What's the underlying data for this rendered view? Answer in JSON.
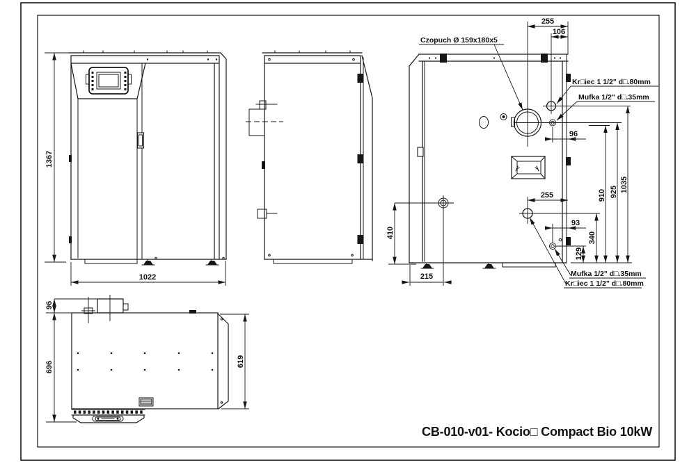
{
  "drawing_title": "CB-010-v01- Kocio□ Compact Bio 10kW",
  "labels": {
    "flue": "Czopuch Ø 159x180x5",
    "stub_top": "Kr□iec 1 1/2\" d□.80mm",
    "sleeve_top": "Mufka 1/2\" d□.35mm",
    "sleeve_bottom": "Mufka 1/2\" d□.35mm",
    "stub_bottom": "Kr□iec 1 1/2\" d□.80mm"
  },
  "dimensions": {
    "front_height": "1367",
    "front_width": "1022",
    "rear_flue_to_edge": "255",
    "rear_stub_to_edge": "106",
    "rear_sleeve_to_edge_top": "96",
    "rear_lower_stub_to_edge": "255",
    "rear_lower_sleeve_to_edge": "93",
    "rear_lower_stub_height": "340",
    "rear_lower_sleeve_height": "129",
    "rear_height_910": "910",
    "rear_height_925": "925",
    "rear_height_1035": "1035",
    "rear_feed_offset": "215",
    "rear_feed_height": "410",
    "top_flue_protrusion": "96",
    "top_depth_total": "696",
    "top_depth_body": "619"
  }
}
